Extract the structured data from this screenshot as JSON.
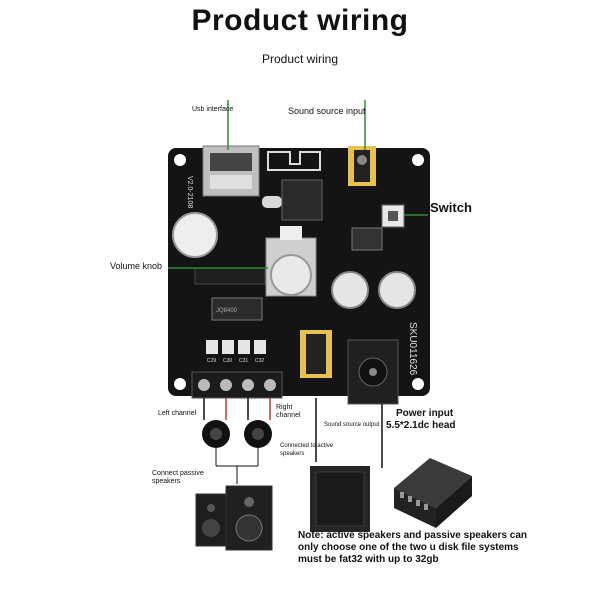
{
  "header": {
    "title": "Product wiring",
    "subtitle": "Product wiring"
  },
  "callouts": {
    "usb_interface": "Usb interface",
    "sound_source_input": "Sound source input",
    "switch": "Switch",
    "volume_knob": "Volume knob",
    "left_channel": "Left channel",
    "right_channel": "Right channel",
    "sound_source_output": "Sound source output",
    "power_input": "Power input",
    "power_input_spec": "5.5*2.1dc head",
    "connect_passive_speakers": "Connect passive speakers",
    "connected_to_active_speakers": "Connected to active speakers"
  },
  "board": {
    "version": "V2.0-2108",
    "model": "SKU011626",
    "chip_label": "JQ8400",
    "capacitors": [
      "C29",
      "C30",
      "C31",
      "C32"
    ]
  },
  "note": "Note: active speakers and passive speakers can only choose one of the two u disk file systems must be fat32 with up to 32gb",
  "colors": {
    "pcb": "#141414",
    "callout_line": "#2e8b2e",
    "wire_red": "#c0392b",
    "wire_black": "#111111"
  }
}
